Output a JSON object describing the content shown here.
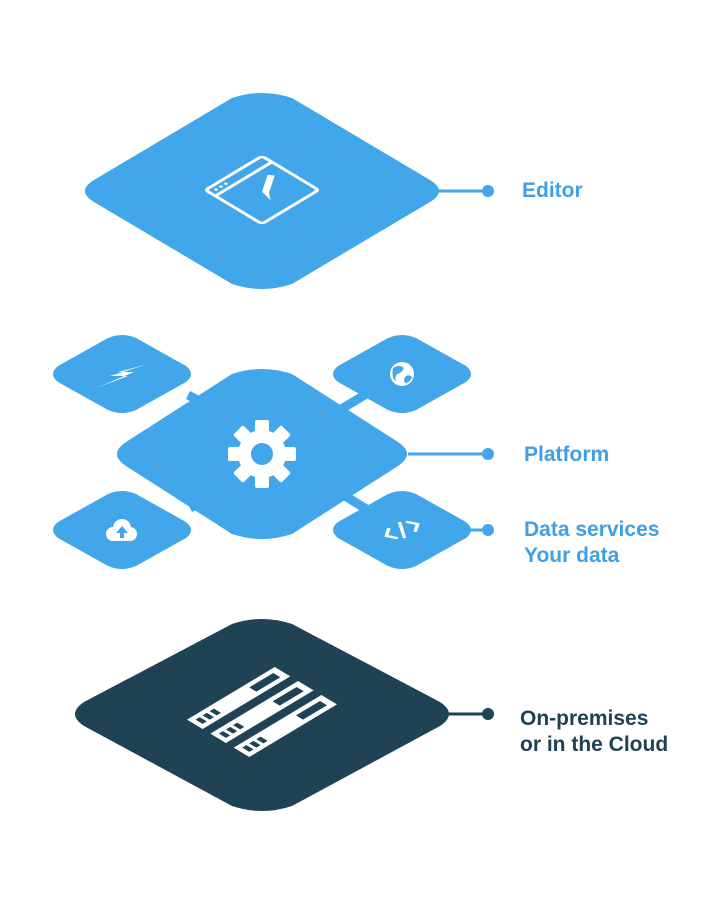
{
  "colors": {
    "blue": "#42a6eb",
    "dark": "#1f4254",
    "white": "#ffffff",
    "label_blue": "#3f9fe4"
  },
  "layers": {
    "editor": {
      "label": "Editor",
      "icon": "editor-window-icon"
    },
    "platform": {
      "label": "Platform",
      "icon": "gear-icon"
    },
    "data_services": {
      "line1": "Data services",
      "line2": "Your data",
      "icon": "code-icon"
    },
    "infrastructure": {
      "line1": "On-premises",
      "line2": "or in the Cloud",
      "icon": "server-rack-icon"
    }
  },
  "satellites": [
    {
      "id": "lightning",
      "icon": "lightning-icon"
    },
    {
      "id": "globe",
      "icon": "globe-icon"
    },
    {
      "id": "cloud-upload",
      "icon": "cloud-upload-icon"
    },
    {
      "id": "code",
      "icon": "code-icon"
    }
  ]
}
